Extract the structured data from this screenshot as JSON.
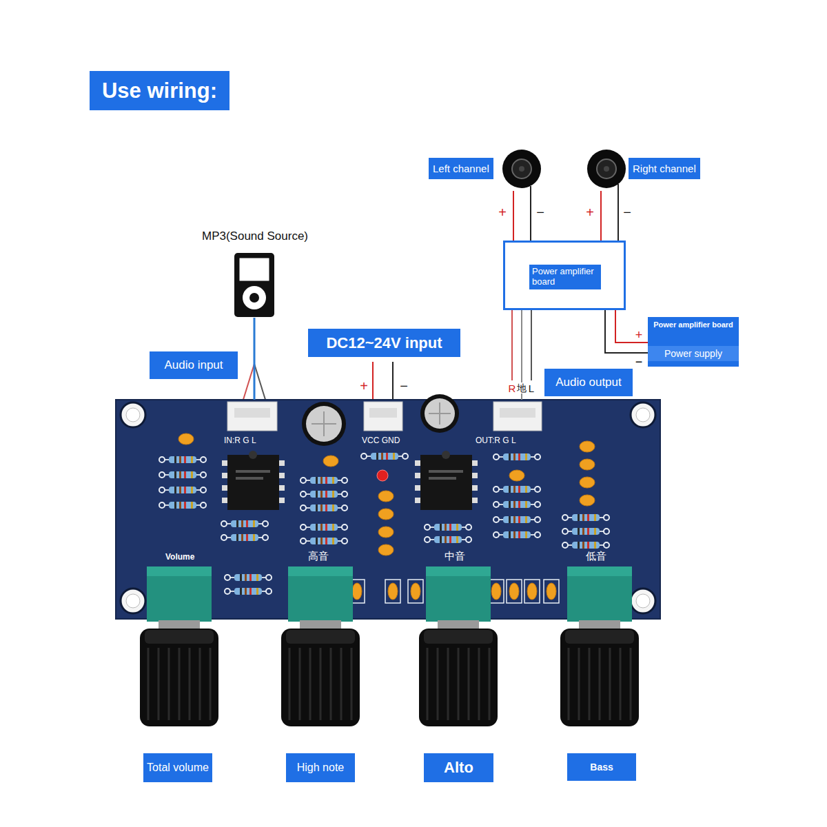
{
  "diagram": {
    "title": "Use wiring:",
    "nodes": [
      {
        "text": [
          "Left channel"
        ]
      },
      {
        "text": [
          "Right channel"
        ]
      },
      {
        "text": [
          "MP3(Sound Source)"
        ]
      },
      {
        "text": [
          "Power amplifier board"
        ]
      },
      {
        "text": [
          "Power amplifier board",
          "Power supply"
        ]
      },
      {
        "text": [
          "DC12~24V input"
        ]
      },
      {
        "text": [
          "Audio input"
        ]
      },
      {
        "text": [
          "Audio output"
        ]
      },
      {
        "text": [
          "IN:R G L",
          "VCC GND",
          "OUT:R G L",
          "Volume",
          "高音",
          "中音",
          "低音"
        ]
      },
      {
        "text": [
          "Total volume"
        ]
      },
      {
        "text": [
          "High note"
        ]
      },
      {
        "text": [
          "Alto"
        ]
      },
      {
        "text": [
          "Bass"
        ]
      }
    ],
    "edges": [
      {
        "from": 2,
        "to": 8,
        "arrow": "none"
      },
      {
        "from": 8,
        "to": 3,
        "arrow": "none"
      },
      {
        "from": 3,
        "to": 0,
        "arrow": "none"
      },
      {
        "from": 3,
        "to": 1,
        "arrow": "none"
      },
      {
        "from": 4,
        "to": 3,
        "arrow": "none"
      }
    ],
    "labels": [
      "+",
      "−",
      "+",
      "−",
      "+",
      "−",
      "+",
      "−",
      "R",
      "地",
      "L"
    ]
  }
}
